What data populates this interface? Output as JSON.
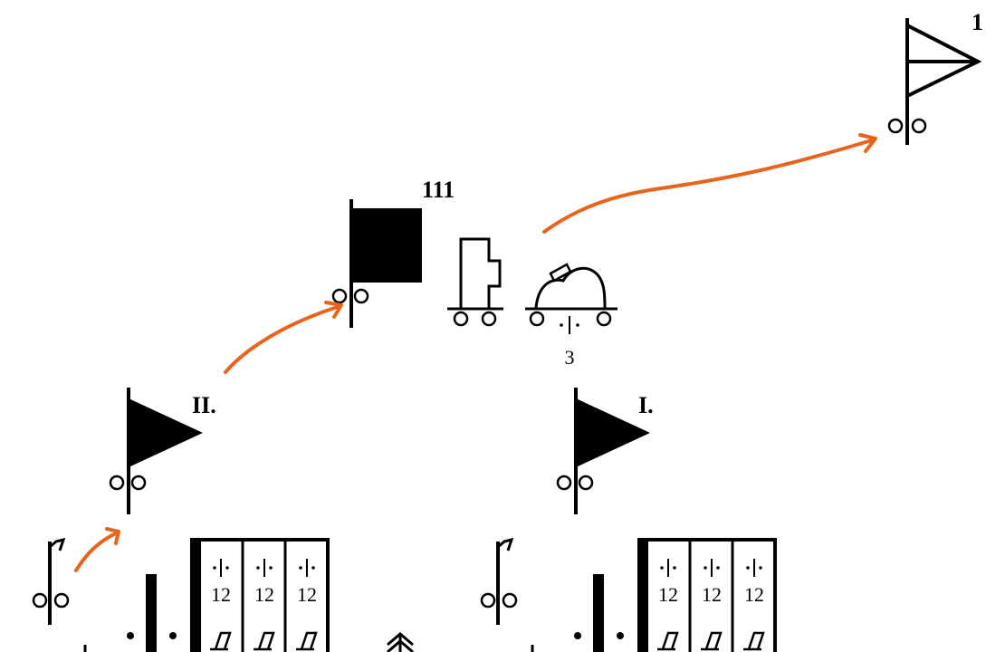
{
  "labels": {
    "top_right": "1",
    "hq_111": "111",
    "unit_II": "II.",
    "unit_I": "I.",
    "gun_count": "3",
    "cell_number": "12"
  },
  "colors": {
    "ink": "#000000",
    "arrow": "#e8631c",
    "background": "#ffffff"
  },
  "icons": [
    "triangular-pennant-icon",
    "rectangular-flag-icon",
    "motorized-wheels-icon",
    "vehicle-icon",
    "gun-vehicle-icon",
    "crossed-swords-icon",
    "tree-icon"
  ]
}
